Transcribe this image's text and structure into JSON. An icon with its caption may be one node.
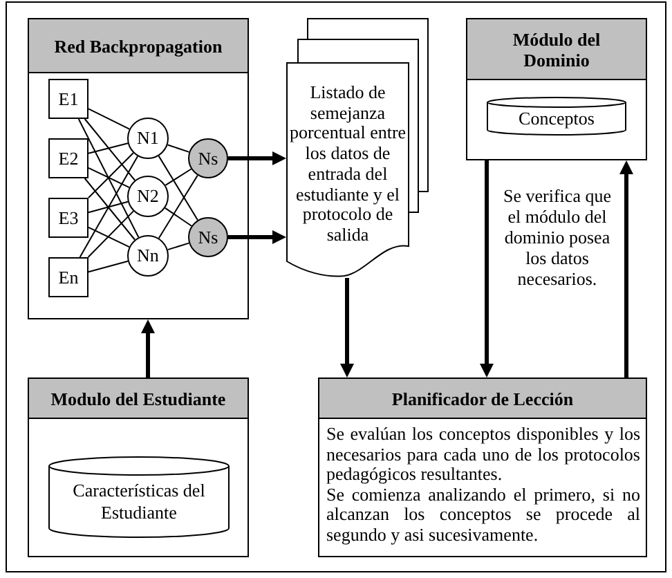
{
  "diagram": {
    "nodes": [
      {
        "text": [
          "Red Backpropagation"
        ]
      },
      {
        "text": [
          "E1"
        ],
        "in": 0
      },
      {
        "text": [
          "E2"
        ],
        "in": 0
      },
      {
        "text": [
          "E3"
        ],
        "in": 0
      },
      {
        "text": [
          "En"
        ],
        "in": 0
      },
      {
        "text": [
          "N1"
        ],
        "in": 0
      },
      {
        "text": [
          "N2"
        ],
        "in": 0
      },
      {
        "text": [
          "Nn"
        ],
        "in": 0
      },
      {
        "text": [
          "Ns"
        ],
        "in": 0
      },
      {
        "text": [
          "Ns"
        ],
        "in": 0
      },
      {
        "text": [
          "Listado de semejanza porcentual entre los datos de entrada del estudiante y el protocolo de salida"
        ]
      },
      {
        "text": [
          "Módulo del Dominio"
        ]
      },
      {
        "text": [
          "Conceptos"
        ],
        "in": 11
      },
      {
        "text": [
          "Modulo del Estudiante"
        ]
      },
      {
        "text": [
          "Características del Estudiante"
        ],
        "in": 13
      },
      {
        "text": [
          "Planificador de Lección",
          "Se evalúan los conceptos disponibles y los necesarios para cada uno de los protocolos pedagógicos resultantes.",
          "Se comienza analizando el primero, si no alcanzan los conceptos se procede al segundo y asi sucesivamente."
        ]
      }
    ],
    "edges": [
      {
        "from": 1,
        "to": 5,
        "arrow": "none"
      },
      {
        "from": 1,
        "to": 6,
        "arrow": "none"
      },
      {
        "from": 1,
        "to": 7,
        "arrow": "none"
      },
      {
        "from": 2,
        "to": 5,
        "arrow": "none"
      },
      {
        "from": 2,
        "to": 6,
        "arrow": "none"
      },
      {
        "from": 2,
        "to": 7,
        "arrow": "none"
      },
      {
        "from": 3,
        "to": 5,
        "arrow": "none"
      },
      {
        "from": 3,
        "to": 6,
        "arrow": "none"
      },
      {
        "from": 3,
        "to": 7,
        "arrow": "none"
      },
      {
        "from": 4,
        "to": 5,
        "arrow": "none"
      },
      {
        "from": 4,
        "to": 6,
        "arrow": "none"
      },
      {
        "from": 4,
        "to": 7,
        "arrow": "none"
      },
      {
        "from": 5,
        "to": 8,
        "arrow": "none"
      },
      {
        "from": 5,
        "to": 9,
        "arrow": "none"
      },
      {
        "from": 6,
        "to": 8,
        "arrow": "none"
      },
      {
        "from": 6,
        "to": 9,
        "arrow": "none"
      },
      {
        "from": 7,
        "to": 8,
        "arrow": "none"
      },
      {
        "from": 7,
        "to": 9,
        "arrow": "none"
      },
      {
        "from": 8,
        "to": 10,
        "arrow": "to",
        "style": "thick"
      },
      {
        "from": 9,
        "to": 10,
        "arrow": "to",
        "style": "thick"
      },
      {
        "from": 10,
        "to": 15,
        "arrow": "to",
        "style": "thick"
      },
      {
        "from": 11,
        "to": 15,
        "arrow": "to",
        "style": "thick"
      },
      {
        "from": 15,
        "to": 11,
        "arrow": "to",
        "style": "thick"
      },
      {
        "from": 13,
        "to": 0,
        "arrow": "to",
        "style": "thick"
      }
    ],
    "labels": [
      "Se verifica que el módulo del dominio posea los datos necesarios."
    ]
  }
}
